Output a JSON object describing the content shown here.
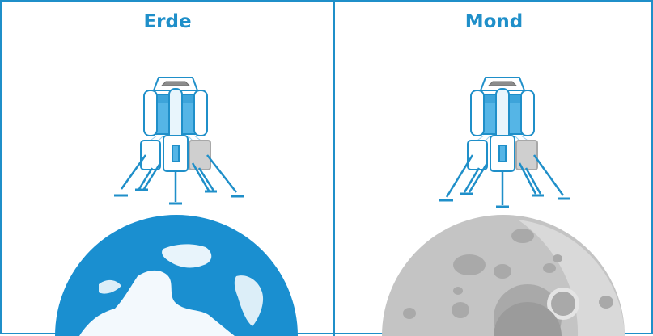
{
  "panels": [
    {
      "title": "Erde",
      "body": "earth",
      "body_color": "#1a8fd0"
    },
    {
      "title": "Mond",
      "body": "moon",
      "body_color": "#c4c4c4"
    }
  ],
  "colors": {
    "border": "#1f8fc9",
    "lander_outline": "#1f8fc9",
    "lander_fill_blue": "#55b5e6",
    "lander_fill_grey": "#cfcfcf"
  },
  "icons": [
    "lunar-lander-icon",
    "earth-icon",
    "moon-icon"
  ]
}
